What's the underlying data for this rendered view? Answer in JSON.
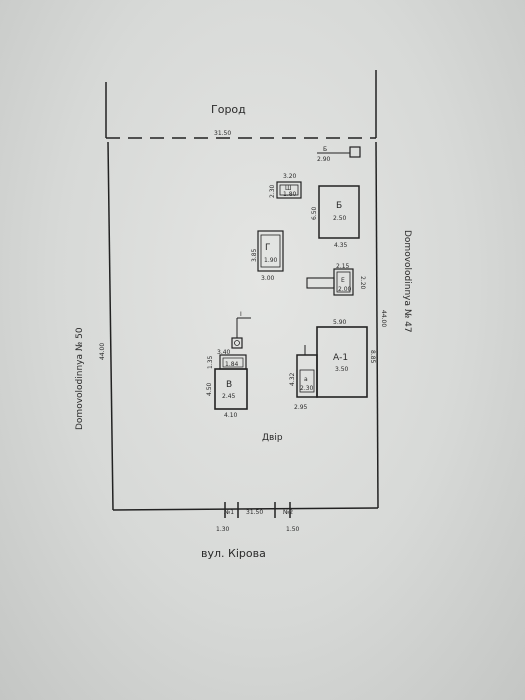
{
  "labels": {
    "top_neighbor": "Город",
    "top_width": "31.50",
    "left_side": "Domovolodinnya № 50",
    "left_length": "44.00",
    "right_side": "Domovolodinnya № 47",
    "right_length": "44.00",
    "bottom_width": "31.50",
    "gate1_name": "№1",
    "gate1_width": "1.30",
    "gate2_name": "№2",
    "gate2_width": "1.50",
    "yard": "Двір",
    "street": "вул. Кірова"
  },
  "buildings": {
    "b_small": {
      "name": "Б",
      "dim": "2.90"
    },
    "sh": {
      "name": "Ш",
      "dim": "1.80",
      "w": "3.20",
      "h": "2.30"
    },
    "B": {
      "name": "Б",
      "dim": "2.50",
      "h": "6.50",
      "w": "4.35"
    },
    "G": {
      "name": "Г",
      "dim": "1.90",
      "h": "3.85",
      "w": "3.00"
    },
    "E": {
      "name": "Е",
      "dim": "2.00",
      "w": "2.15",
      "h": "2.20"
    },
    "A1": {
      "name": "А-1",
      "dim": "3.50",
      "w": "5.90",
      "h": "8.85"
    },
    "a": {
      "name": "а",
      "dim": "2.30",
      "h": "4.32",
      "w": "2.95"
    },
    "V": {
      "name": "В",
      "dim": "2.45",
      "h": "4.50",
      "w": "4.10",
      "top1": "3.40",
      "top2": "1.35",
      "sub": "1.84"
    },
    "well": {
      "name": "I"
    }
  }
}
